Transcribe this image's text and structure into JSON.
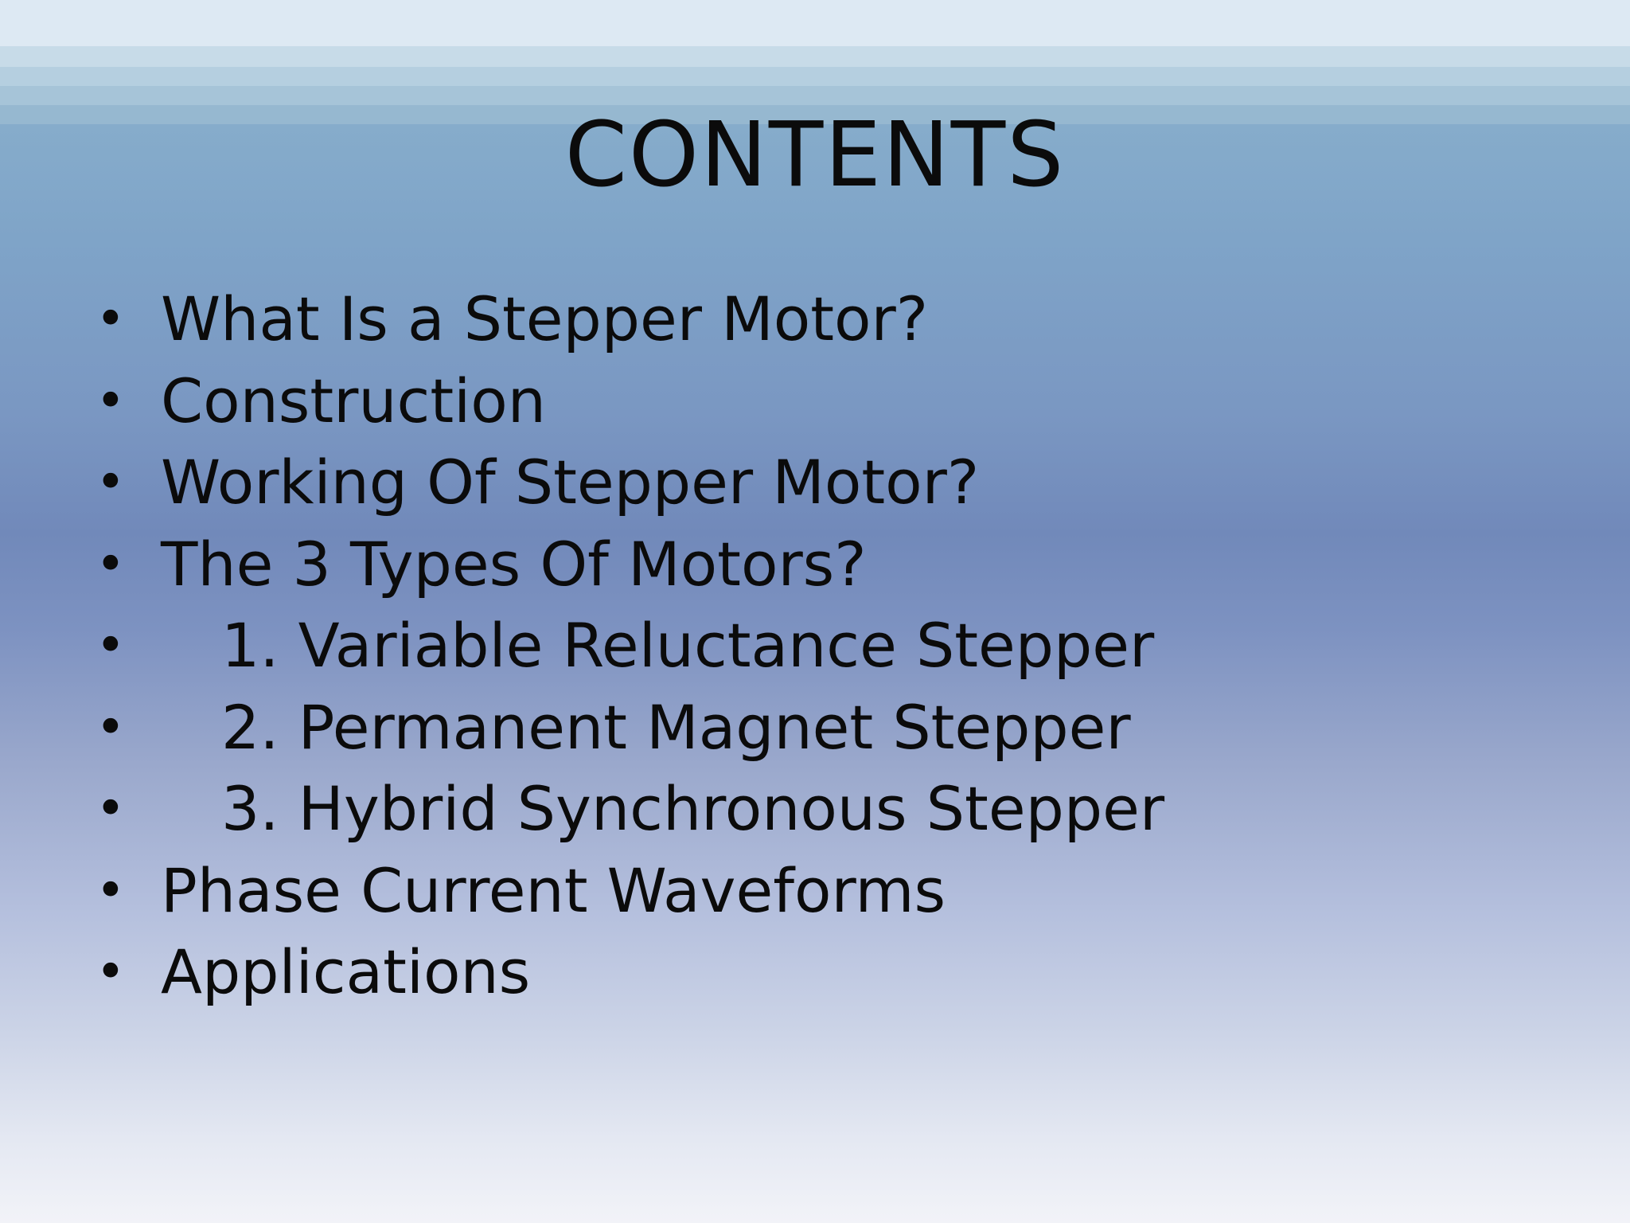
{
  "slide": {
    "title": "CONTENTS",
    "bullet_char": "•",
    "items": [
      {
        "text": "What Is a Stepper Motor?",
        "level": 0
      },
      {
        "text": "Construction",
        "level": 0
      },
      {
        "text": "Working Of Stepper Motor?",
        "level": 0
      },
      {
        "text": "The 3 Types Of Motors?",
        "level": 0
      },
      {
        "text": "1. Variable Reluctance Stepper",
        "level": 1
      },
      {
        "text": "2. Permanent Magnet Stepper",
        "level": 1
      },
      {
        "text": "3. Hybrid Synchronous Stepper",
        "level": 1
      },
      {
        "text": "Phase Current Waveforms",
        "level": 0
      },
      {
        "text": "Applications",
        "level": 0
      }
    ]
  },
  "colors": {
    "text": "#0b0b0b",
    "background_top": "#dde9f3",
    "background_mid": "#7189ba",
    "background_bottom": "#f2f3f8"
  }
}
